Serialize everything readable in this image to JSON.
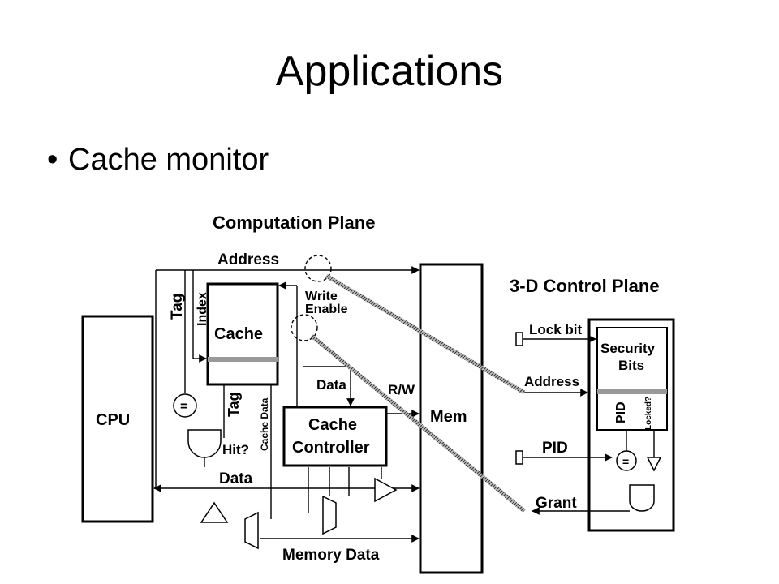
{
  "slide": {
    "title": "Applications",
    "bullet": "Cache monitor"
  },
  "diagram": {
    "computation_plane_title": "Computation Plane",
    "control_plane_title": "3-D Control Plane",
    "labels": {
      "address_top": "Address",
      "tag_left": "Tag",
      "index": "Index",
      "write": "Write",
      "enable": "Enable",
      "cache": "Cache",
      "tag_lower": "Tag",
      "cache_data": "Cache Data",
      "hit": "Hit?",
      "data_internal": "Data",
      "rw": "R/W",
      "cache_controller_1": "Cache",
      "cache_controller_2": "Controller",
      "cpu": "CPU",
      "mem": "Mem",
      "data_bus": "Data",
      "memory_data": "Memory Data",
      "eq_left": "=",
      "lock_bit": "Lock bit",
      "security_bits_1": "Security",
      "security_bits_2": "Bits",
      "address_right": "Address",
      "pid_vertical": "PID",
      "locked": "Locked?",
      "pid": "PID",
      "eq_right": "=",
      "grant": "Grant"
    }
  }
}
